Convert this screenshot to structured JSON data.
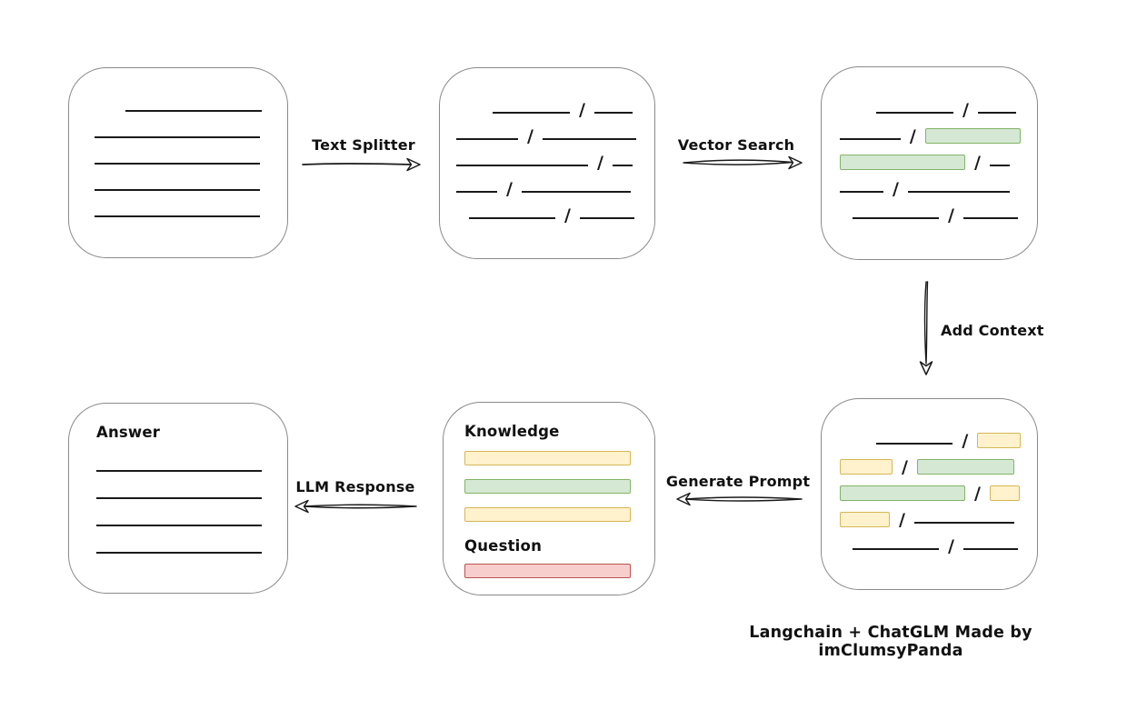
{
  "caption": "Langchain + ChatGLM Made by imClumsyPanda",
  "labels": {
    "text_splitter": "Text Splitter",
    "vector_search": "Vector Search",
    "add_context": "Add Context",
    "generate_prompt": "Generate Prompt",
    "llm_response": "LLM Response",
    "knowledge": "Knowledge",
    "question": "Question",
    "answer": "Answer"
  },
  "colors": {
    "green_fill": "#d5e8d4",
    "green_border": "#82b366",
    "yellow_fill": "#fff2cc",
    "yellow_border": "#d6b656",
    "red_fill": "#f8cecc",
    "red_border": "#b85450",
    "box_border": "#8a8a8a",
    "line": "#1a1a1a"
  },
  "document_lines": [
    {
      "w": 150,
      "ml": 34
    },
    {
      "w": 182,
      "ml": 0
    },
    {
      "w": 182,
      "ml": 0
    },
    {
      "w": 182,
      "ml": 0
    },
    {
      "w": 182,
      "ml": 0
    }
  ],
  "answer_lines": [
    {
      "w": 182,
      "ml": 0
    },
    {
      "w": 182,
      "ml": 0
    },
    {
      "w": 182,
      "ml": 0
    },
    {
      "w": 182,
      "ml": 0
    }
  ],
  "split_rows": [
    [
      {
        "t": "sp",
        "w": 30
      },
      {
        "t": "ln",
        "w": 85
      },
      {
        "t": "sl"
      },
      {
        "t": "ln",
        "w": 42
      }
    ],
    [
      {
        "t": "ln",
        "w": 68
      },
      {
        "t": "sl"
      },
      {
        "t": "ln",
        "w": 103
      }
    ],
    [
      {
        "t": "ln",
        "w": 145
      },
      {
        "t": "sl"
      },
      {
        "t": "ln",
        "w": 22
      }
    ],
    [
      {
        "t": "ln",
        "w": 45
      },
      {
        "t": "sl"
      },
      {
        "t": "ln",
        "w": 120
      }
    ],
    [
      {
        "t": "sp",
        "w": 4
      },
      {
        "t": "ln",
        "w": 95
      },
      {
        "t": "sl"
      },
      {
        "t": "ln",
        "w": 60
      }
    ]
  ],
  "search_rows": [
    [
      {
        "t": "sp",
        "w": 30
      },
      {
        "t": "ln",
        "w": 85
      },
      {
        "t": "sl"
      },
      {
        "t": "ln",
        "w": 42
      }
    ],
    [
      {
        "t": "ln",
        "w": 68
      },
      {
        "t": "sl"
      },
      {
        "t": "gr",
        "w": 107
      }
    ],
    [
      {
        "t": "gr",
        "w": 138
      },
      {
        "t": "sl"
      },
      {
        "t": "ln",
        "w": 22
      }
    ],
    [
      {
        "t": "ln",
        "w": 48
      },
      {
        "t": "sl"
      },
      {
        "t": "ln",
        "w": 112
      }
    ],
    [
      {
        "t": "sp",
        "w": 4
      },
      {
        "t": "ln",
        "w": 95
      },
      {
        "t": "sl"
      },
      {
        "t": "ln",
        "w": 60
      }
    ]
  ],
  "context_rows": [
    [
      {
        "t": "sp",
        "w": 30
      },
      {
        "t": "ln",
        "w": 85
      },
      {
        "t": "sl"
      },
      {
        "t": "yl",
        "w": 48
      }
    ],
    [
      {
        "t": "yl",
        "w": 58
      },
      {
        "t": "sl"
      },
      {
        "t": "gr",
        "w": 107
      }
    ],
    [
      {
        "t": "gr",
        "w": 138
      },
      {
        "t": "sl"
      },
      {
        "t": "yl",
        "w": 33
      }
    ],
    [
      {
        "t": "yl",
        "w": 55
      },
      {
        "t": "sl"
      },
      {
        "t": "ln",
        "w": 110
      }
    ],
    [
      {
        "t": "sp",
        "w": 4
      },
      {
        "t": "ln",
        "w": 95
      },
      {
        "t": "sl"
      },
      {
        "t": "ln",
        "w": 60
      }
    ]
  ],
  "knowledge_bars": [
    {
      "c": "yellow",
      "w": 183,
      "name": "knowledge-bar-yellow"
    },
    {
      "c": "green",
      "w": 183,
      "name": "knowledge-bar-green"
    },
    {
      "c": "yellow",
      "w": 183,
      "name": "knowledge-bar-yellow"
    }
  ],
  "question_bars": [
    {
      "c": "red",
      "w": 183,
      "name": "question-bar-red"
    }
  ]
}
